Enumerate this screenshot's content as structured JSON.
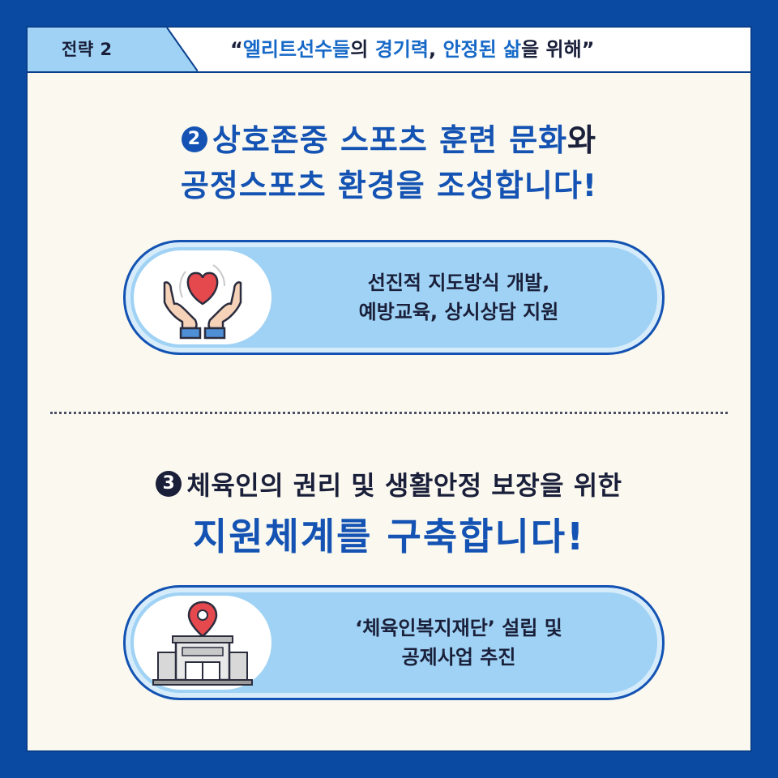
{
  "header": {
    "tag": "전략 2",
    "quote_open": "“",
    "quote_part1": "엘리트선수들",
    "quote_part2": "의 ",
    "quote_part3": "경기력",
    "quote_part4": ", ",
    "quote_part5": "안정된 삶",
    "quote_part6": "을 위해",
    "quote_close": "”"
  },
  "section1": {
    "number": "2",
    "title_line1_blue": "상호존중 스포츠 훈련 문화",
    "title_line1_dark": "와",
    "title_line2": "공정스포츠 환경을 조성합니다!",
    "pill_line1": "선진적 지도방식 개발,",
    "pill_line2": "예방교육, 상시상담 지원",
    "icon": "hands-heart-icon"
  },
  "section2": {
    "number": "3",
    "title_line1": "체육인의 권리 및 생활안정 보장을 위한",
    "title_line2": "지원체계를 구축합니다!",
    "pill_line1": "‘체육인복지재단’ 설립 및",
    "pill_line2": "공제사업 추진",
    "icon": "building-location-icon"
  },
  "colors": {
    "background": "#0b4aa3",
    "panel": "#fbf9ef",
    "accent_blue": "#1453b3",
    "light_blue": "#9fd2f4",
    "dark_text": "#1a1f3a"
  }
}
